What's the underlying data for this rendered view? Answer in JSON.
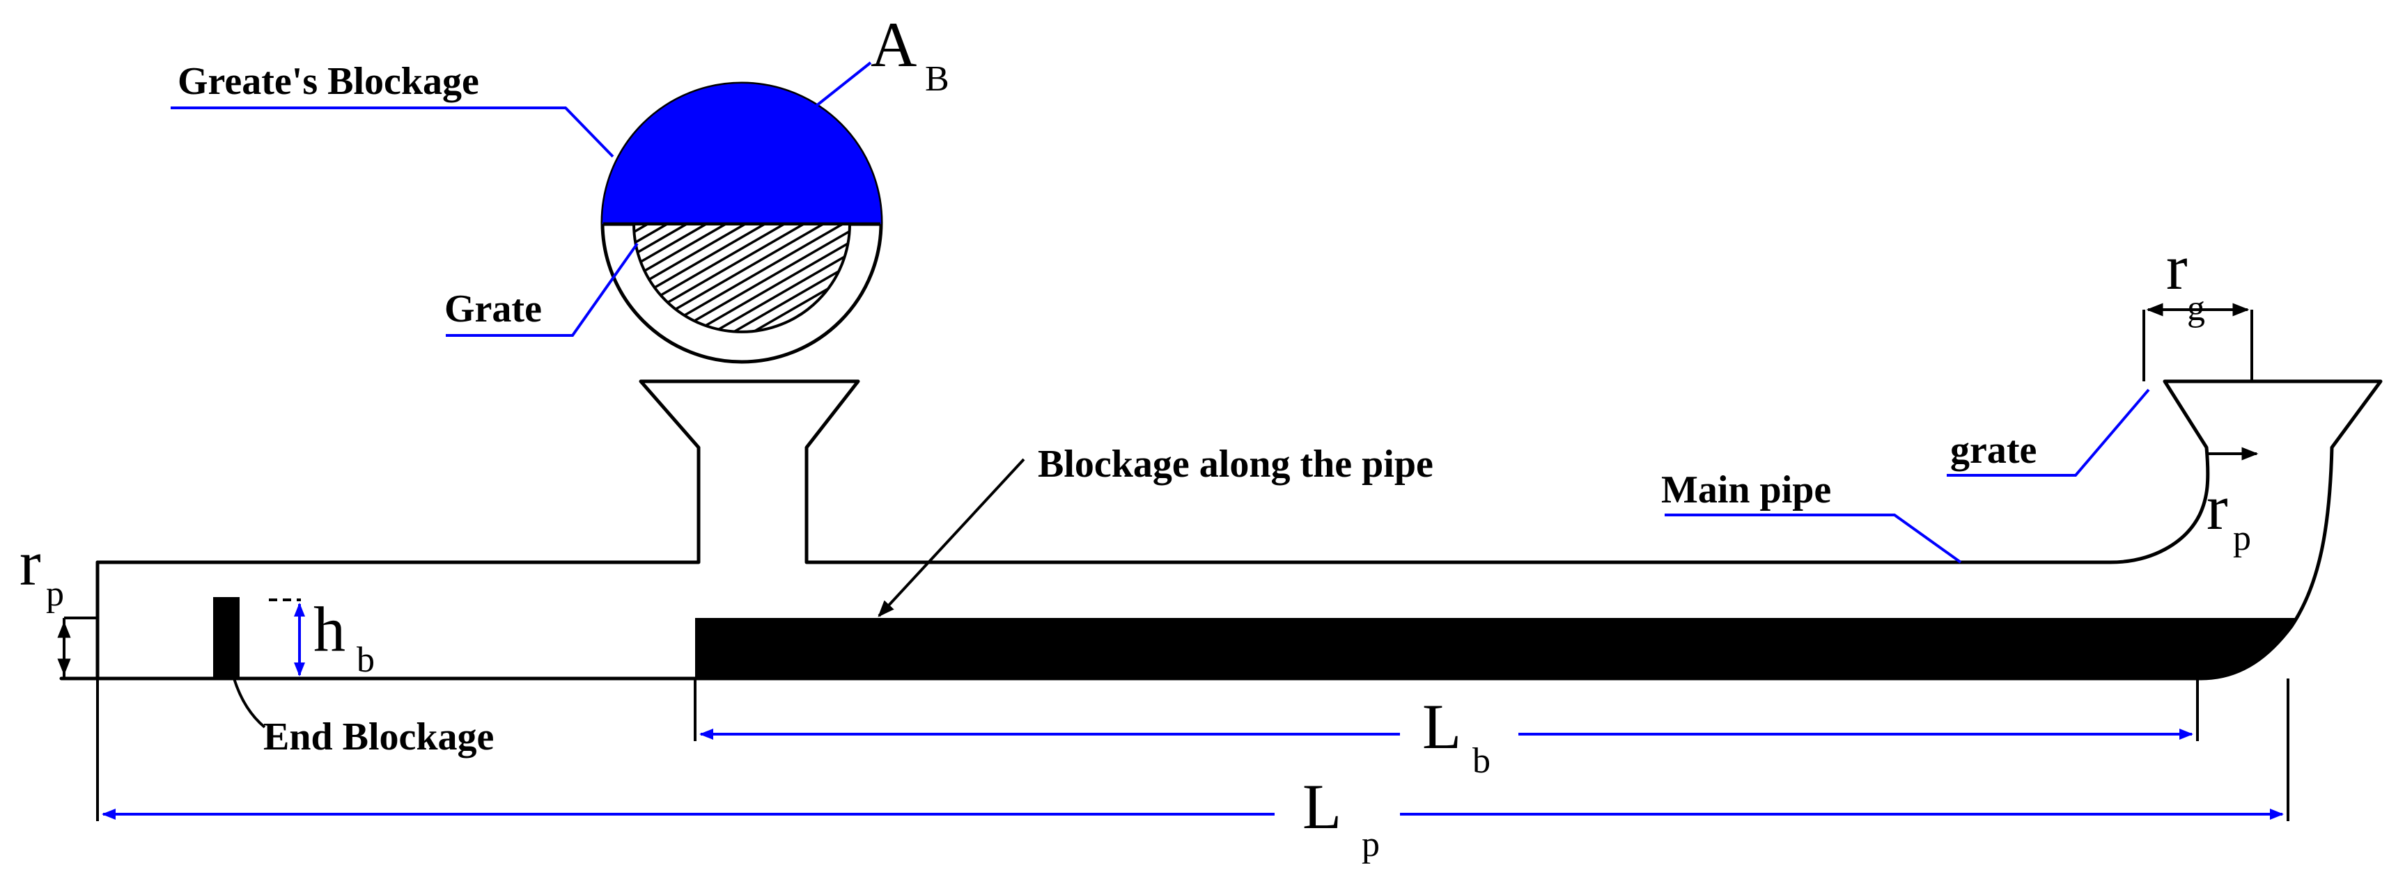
{
  "labels": {
    "grate_blockage": "Greate's Blockage",
    "grate_top": "Grate",
    "grate_right": "grate",
    "blockage_along_pipe": "Blockage along the pipe",
    "main_pipe": "Main pipe",
    "end_blockage": "End Blockage"
  },
  "symbols": {
    "ab": {
      "main": "A",
      "sub": "B"
    },
    "rg": {
      "main": "r",
      "sub": "g"
    },
    "rp_right": {
      "main": "r",
      "sub": "p"
    },
    "rp_left": {
      "main": "r",
      "sub": "p"
    },
    "hb": {
      "main": "h",
      "sub": "b"
    },
    "lb": {
      "main": "L",
      "sub": "b"
    },
    "lp": {
      "main": "L",
      "sub": "p"
    }
  },
  "colors": {
    "blockage_fill": "#0000ff",
    "leader_lines": "#0000ff",
    "outline": "#000000",
    "solid_blockage": "#000000"
  }
}
